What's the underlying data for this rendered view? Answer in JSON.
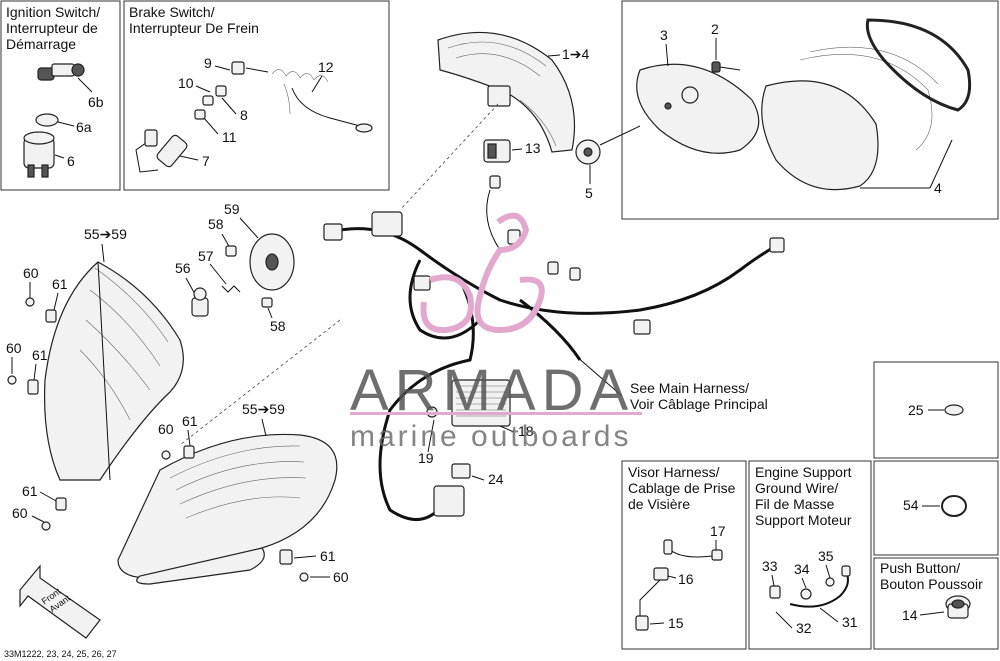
{
  "labels": {
    "ignition_switch": [
      "Ignition Switch/",
      "Interrupteur de",
      "Démarrage"
    ],
    "brake_switch": [
      "Brake Switch/",
      "Interrupteur De Frein"
    ],
    "main_harness": [
      "See Main Harness/",
      "Voir Câblage Principal"
    ],
    "visor_harness": [
      "Visor Harness/",
      "Cablage de Prise",
      "de Visière"
    ],
    "engine_support": [
      "Engine Support",
      "Ground Wire/",
      "Fil de Masse",
      "Support Moteur"
    ],
    "push_button": [
      "Push Button/",
      "Bouton Poussoir"
    ],
    "front": [
      "Front",
      "Avant"
    ]
  },
  "callouts": {
    "c6b": "6b",
    "c6a": "6a",
    "c6": "6",
    "c9": "9",
    "c10": "10",
    "c8": "8",
    "c11": "11",
    "c7": "7",
    "c12": "12",
    "c1to4": "1➔4",
    "c3": "3",
    "c2": "2",
    "c5": "5",
    "c4": "4",
    "c13": "13",
    "c55to59a": "55➔59",
    "c59": "59",
    "c58a": "58",
    "c57": "57",
    "c56": "56",
    "c58b": "58",
    "c60a": "60",
    "c61a": "61",
    "c60b": "60",
    "c61b": "61",
    "c55to59b": "55➔59",
    "c61c": "61",
    "c60c": "60",
    "c61d": "61",
    "c60d": "60",
    "c61e": "61",
    "c60e": "60",
    "c18": "18",
    "c19": "19",
    "c24": "24",
    "c17": "17",
    "c16": "16",
    "c15": "15",
    "c33": "33",
    "c34": "34",
    "c35": "35",
    "c32": "32",
    "c31": "31",
    "c25": "25",
    "c54": "54",
    "c14": "14"
  },
  "watermark": {
    "brand": "ARMADA",
    "tagline": "marine outboards"
  },
  "footer": {
    "code": "33M1222, 23, 24, 25, 26, 27"
  }
}
